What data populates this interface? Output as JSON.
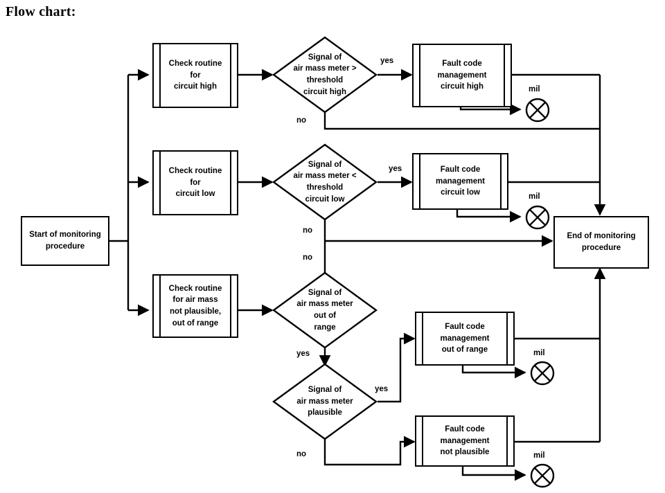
{
  "page": {
    "title": "Flow chart:",
    "background": "#ffffff",
    "line_color": "#000000"
  },
  "nodes": {
    "start": {
      "label": "Start of monitoring\nprocedure",
      "shape": "box"
    },
    "end": {
      "label": "End of monitoring\nprocedure",
      "shape": "box"
    },
    "check_high": {
      "label": "Check routine\nfor\ncircuit high",
      "shape": "predefined-process"
    },
    "check_low": {
      "label": "Check routine\nfor\ncircuit low",
      "shape": "predefined-process"
    },
    "check_range": {
      "label": "Check routine\nfor air mass\nnot plausible,\nout of range",
      "shape": "predefined-process"
    },
    "dec_high": {
      "label": "Signal of\nair mass meter >\nthreshold\ncircuit high",
      "shape": "decision"
    },
    "dec_low": {
      "label": "Signal of\nair mass meter <\nthreshold\ncircuit low",
      "shape": "decision"
    },
    "dec_range": {
      "label": "Signal of\nair mass meter\nout of\nrange",
      "shape": "decision"
    },
    "dec_plausible": {
      "label": "Signal of\nair mass meter\nplausible",
      "shape": "decision"
    },
    "fault_high": {
      "label": "Fault code\nmanagement\ncircuit high",
      "shape": "predefined-process"
    },
    "fault_low": {
      "label": "Fault code\nmanagement\ncircuit low",
      "shape": "predefined-process"
    },
    "fault_range": {
      "label": "Fault code\nmanagement\nout of range",
      "shape": "predefined-process"
    },
    "fault_plausible": {
      "label": "Fault code\nmanagement\nnot plausible",
      "shape": "predefined-process"
    }
  },
  "mil_indicators": {
    "high": "mil",
    "low": "mil",
    "range": "mil",
    "plausible": "mil"
  },
  "edge_labels": {
    "high_yes": "yes",
    "high_no": "no",
    "low_yes": "yes",
    "low_no": "no",
    "range_no": "no",
    "range_yes": "yes",
    "plausible_yes": "yes",
    "plausible_no": "no"
  },
  "chart_data": {
    "type": "diagram",
    "title": "Flow chart:",
    "nodes": [
      {
        "id": "start",
        "type": "terminator",
        "text": "Start of monitoring procedure"
      },
      {
        "id": "check_high",
        "type": "predefined-process",
        "text": "Check routine for circuit high"
      },
      {
        "id": "check_low",
        "type": "predefined-process",
        "text": "Check routine for circuit low"
      },
      {
        "id": "check_range",
        "type": "predefined-process",
        "text": "Check routine for air mass not plausible, out of range"
      },
      {
        "id": "dec_high",
        "type": "decision",
        "text": "Signal of air mass meter > threshold circuit high"
      },
      {
        "id": "dec_low",
        "type": "decision",
        "text": "Signal of air mass meter < threshold circuit low"
      },
      {
        "id": "dec_range",
        "type": "decision",
        "text": "Signal of air mass meter out of range"
      },
      {
        "id": "dec_plausible",
        "type": "decision",
        "text": "Signal of air mass meter plausible"
      },
      {
        "id": "fault_high",
        "type": "predefined-process",
        "text": "Fault code management circuit high"
      },
      {
        "id": "fault_low",
        "type": "predefined-process",
        "text": "Fault code management circuit low"
      },
      {
        "id": "fault_range",
        "type": "predefined-process",
        "text": "Fault code management out of range"
      },
      {
        "id": "fault_plausible",
        "type": "predefined-process",
        "text": "Fault code management not plausible"
      },
      {
        "id": "mil_high",
        "type": "mil-lamp",
        "text": "mil"
      },
      {
        "id": "mil_low",
        "type": "mil-lamp",
        "text": "mil"
      },
      {
        "id": "mil_range",
        "type": "mil-lamp",
        "text": "mil"
      },
      {
        "id": "mil_plausible",
        "type": "mil-lamp",
        "text": "mil"
      },
      {
        "id": "end",
        "type": "terminator",
        "text": "End of monitoring procedure"
      }
    ],
    "edges": [
      {
        "from": "start",
        "to": "check_high",
        "label": ""
      },
      {
        "from": "start",
        "to": "check_low",
        "label": ""
      },
      {
        "from": "start",
        "to": "check_range",
        "label": ""
      },
      {
        "from": "check_high",
        "to": "dec_high",
        "label": ""
      },
      {
        "from": "dec_high",
        "to": "fault_high",
        "label": "yes"
      },
      {
        "from": "dec_high",
        "to": "end",
        "label": "no"
      },
      {
        "from": "fault_high",
        "to": "mil_high",
        "label": ""
      },
      {
        "from": "fault_high",
        "to": "end",
        "label": ""
      },
      {
        "from": "check_low",
        "to": "dec_low",
        "label": ""
      },
      {
        "from": "dec_low",
        "to": "fault_low",
        "label": "yes"
      },
      {
        "from": "dec_low",
        "to": "end",
        "label": "no"
      },
      {
        "from": "fault_low",
        "to": "mil_low",
        "label": ""
      },
      {
        "from": "fault_low",
        "to": "end",
        "label": ""
      },
      {
        "from": "check_range",
        "to": "dec_range",
        "label": ""
      },
      {
        "from": "dec_range",
        "to": "end",
        "label": "no"
      },
      {
        "from": "dec_range",
        "to": "dec_plausible",
        "label": "yes"
      },
      {
        "from": "dec_plausible",
        "to": "fault_range",
        "label": "yes"
      },
      {
        "from": "dec_plausible",
        "to": "fault_plausible",
        "label": "no"
      },
      {
        "from": "fault_range",
        "to": "mil_range",
        "label": ""
      },
      {
        "from": "fault_range",
        "to": "end",
        "label": ""
      },
      {
        "from": "fault_plausible",
        "to": "mil_plausible",
        "label": ""
      },
      {
        "from": "fault_plausible",
        "to": "end",
        "label": ""
      }
    ]
  }
}
